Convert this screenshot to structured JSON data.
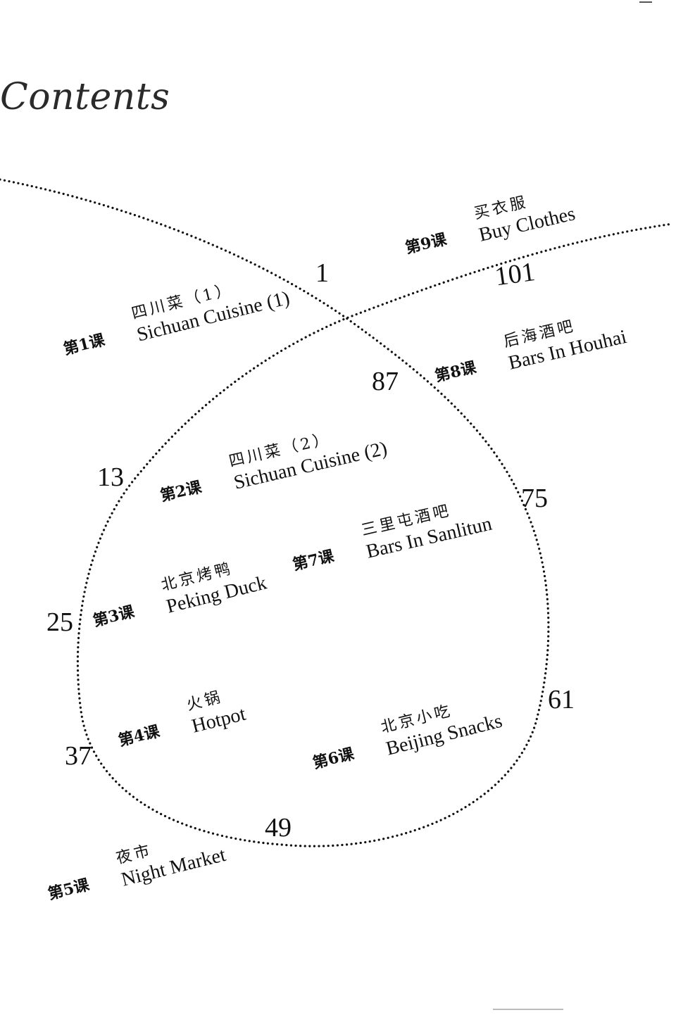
{
  "page": {
    "title": "Contents"
  },
  "lessons": [
    {
      "number": "第1课",
      "chinese": "四川菜（1）",
      "english": "Sichuan Cuisine (1)",
      "page": "1"
    },
    {
      "number": "第2课",
      "chinese": "四川菜（2）",
      "english": "Sichuan Cuisine (2)",
      "page": "13"
    },
    {
      "number": "第3课",
      "chinese": "北京烤鸭",
      "english": "Peking Duck",
      "page": "25"
    },
    {
      "number": "第4课",
      "chinese": "火锅",
      "english": "Hotpot",
      "page": "37"
    },
    {
      "number": "第5课",
      "chinese": "夜市",
      "english": "Night Market",
      "page": "49"
    },
    {
      "number": "第6课",
      "chinese": "北京小吃",
      "english": "Beijing Snacks",
      "page": "61"
    },
    {
      "number": "第7课",
      "chinese": "三里屯酒吧",
      "english": "Bars In Sanlitun",
      "page": "75"
    },
    {
      "number": "第8课",
      "chinese": "后海酒吧",
      "english": "Bars In Houhai",
      "page": "87"
    },
    {
      "number": "第9课",
      "chinese": "买衣服",
      "english": "Buy Clothes",
      "page": "101"
    }
  ],
  "style": {
    "ink_color": "#111111",
    "background": "#ffffff",
    "route_style": "dotted"
  }
}
